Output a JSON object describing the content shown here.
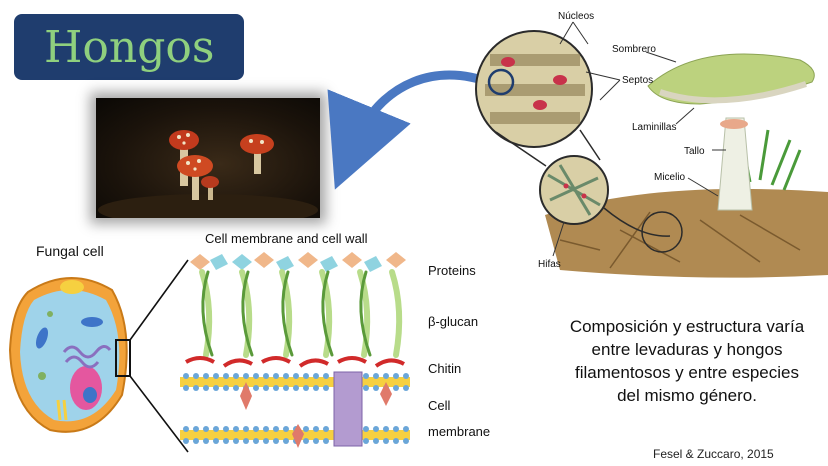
{
  "slide": {
    "title": "Hongos",
    "caption": "Composición y estructura varía entre levaduras y hongos filamentosos y entre especies del mismo género.",
    "citation": "Fesel & Zuccaro, 2015"
  },
  "mushroom_diagram": {
    "labels": {
      "nucleos": "Núcleos",
      "septos": "Septos",
      "sombrero": "Sombrero",
      "laminillas": "Laminillas",
      "tallo": "Tallo",
      "micelio": "Micelio",
      "hifas": "Hifas"
    }
  },
  "cell_diagram": {
    "fungal_cell_label": "Fungal cell",
    "heading": "Cell membrane and cell wall",
    "layers": {
      "proteins": "Proteins",
      "glucan": "β-glucan",
      "chitin": "Chitin",
      "membrane_line1": "Cell",
      "membrane_line2": "membrane"
    }
  },
  "colors": {
    "title_bg": "#1f3d6e",
    "title_text": "#8fd07e",
    "arrow": "#4a78c2"
  }
}
